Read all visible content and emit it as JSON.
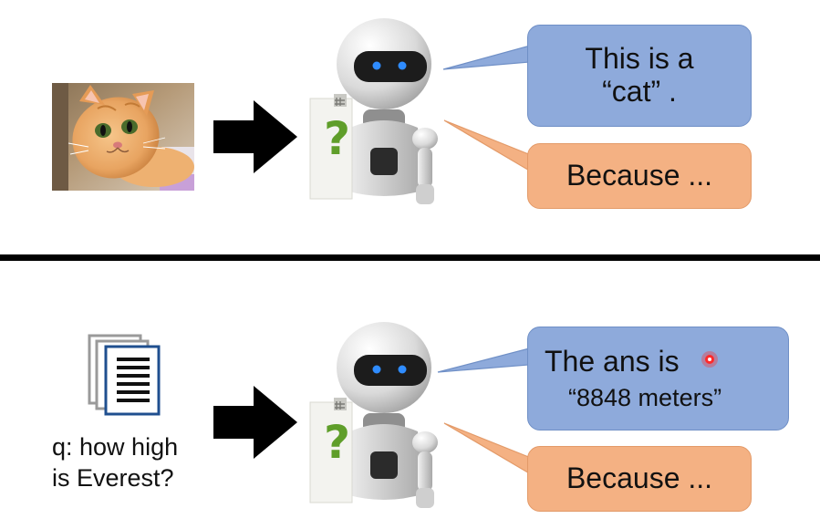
{
  "top": {
    "input_label": "",
    "answer_line1": "This is a",
    "answer_line2": "“cat”  .",
    "reason": "Because ...",
    "note_mark": "?"
  },
  "bottom": {
    "question_line1": "q: how high",
    "question_line2": "is Everest?",
    "answer_line1": "The ans is",
    "answer_line2": "“8848 meters”",
    "reason": "Because ...",
    "note_mark": "?"
  },
  "colors": {
    "answer_bubble": "#8eaadb",
    "reason_bubble": "#f4b183",
    "divider": "#000000",
    "question_mark": "#5f9e2a",
    "robot_eyes": "#2f8cff",
    "laser_pointer": "#ff2a2a"
  },
  "icons": [
    "cat-photo",
    "right-arrow-icon",
    "robot-icon",
    "question-note-icon",
    "document-stack-icon",
    "laser-pointer-dot"
  ]
}
